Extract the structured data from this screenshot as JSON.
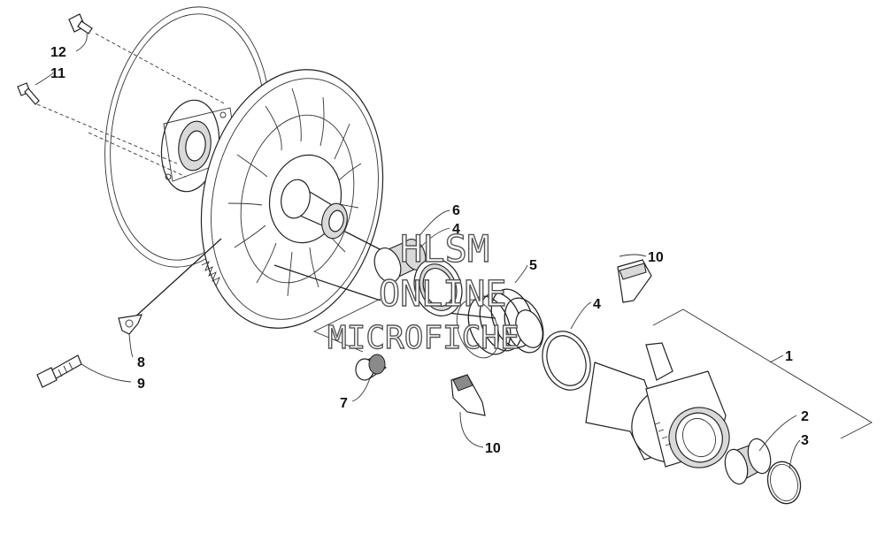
{
  "watermark": {
    "line1": "HLSM",
    "line2": "ONLINE",
    "line3": "MICROFICHE"
  },
  "callouts": [
    {
      "id": "c1",
      "text": "1"
    },
    {
      "id": "c2",
      "text": "2"
    },
    {
      "id": "c3",
      "text": "3"
    },
    {
      "id": "c4a",
      "text": "4"
    },
    {
      "id": "c4b",
      "text": "4"
    },
    {
      "id": "c5",
      "text": "5"
    },
    {
      "id": "c6",
      "text": "6"
    },
    {
      "id": "c7",
      "text": "7"
    },
    {
      "id": "c8",
      "text": "8"
    },
    {
      "id": "c9",
      "text": "9"
    },
    {
      "id": "c10a",
      "text": "10"
    },
    {
      "id": "c10b",
      "text": "10"
    },
    {
      "id": "c11",
      "text": "11"
    },
    {
      "id": "c12",
      "text": "12"
    }
  ]
}
